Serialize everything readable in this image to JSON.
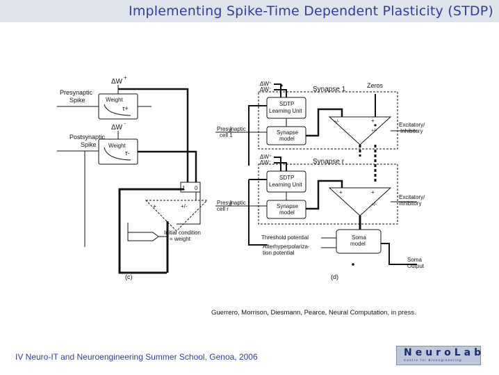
{
  "header": {
    "title": "Implementing Spike-Time Dependent Plasticity (STDP)"
  },
  "citation": "Guerrero, Morrison, Diesmann, Pearce, Neural Computation, in press.",
  "footer": {
    "text": "IV Neuro-IT and Neuroengineering Summer School, Genoa, 2006"
  },
  "logo": {
    "main": "NeuroLab",
    "sub": "Centre for Bioengineering"
  },
  "diagram_c": {
    "panel_label": "(c)",
    "presynaptic": "Presynaptic",
    "spike_1": "Spike",
    "postsynaptic": "Postsynaptic",
    "spike_2": "Spike",
    "dw_plus": "ΔW",
    "dw_plus_sup": "+",
    "dw_minus": "ΔW",
    "dw_minus_sup": "-",
    "weight_1": "Weight",
    "tau_plus": "τ+",
    "weight_2": "Weight",
    "tau_minus": "τ-",
    "plus": "+",
    "plus_minus": "+/-",
    "switch_one": "1",
    "switch_zero": "0",
    "initial_condition": "Initial condition",
    "equals_weight": "= weight"
  },
  "diagram_d": {
    "panel_label": "(d)",
    "dw_plus_1": "ΔW⁺",
    "dw_minus_1": "ΔW⁻",
    "synapse_1": "Synapse  1",
    "zeros": "Zeros",
    "sdtp_1a": "SDTP",
    "sdtp_1b": "Learning Unit",
    "synapse_model_1a": "Synapse",
    "synapse_model_1b": "model",
    "presyn_cell1_a": "Presynaptic",
    "presyn_cell1_b": "cell  1",
    "plus_minus_1": "+/-",
    "plus_1": "+",
    "plus_minus_1b": "+/-",
    "excit_1a": "Excitatory/",
    "excit_1b": "Inhibitory",
    "dw_plus_r": "ΔW⁺",
    "dw_minus_r": "ΔW⁻",
    "synapse_r": "Synapse  r",
    "sdtp_ra": "SDTP",
    "sdtp_rb": "Learning Unit",
    "synapse_model_ra": "Synapse",
    "synapse_model_rb": "model",
    "presyn_cellr_a": "Presynaptic",
    "presyn_cellr_b": "cell  r",
    "plus_r": "+",
    "plus_r2": "+",
    "plus_minus_r": "+/-",
    "excit_ra": "Excitatory/",
    "excit_rb": "Inhibitory",
    "threshold": "Threshold potential",
    "ahp_a": "Afterhyperpolariza-",
    "ahp_b": "tion potential",
    "soma_a": "Soma",
    "soma_b": "model",
    "soma_out_a": "Soma",
    "soma_out_b": "Output"
  }
}
